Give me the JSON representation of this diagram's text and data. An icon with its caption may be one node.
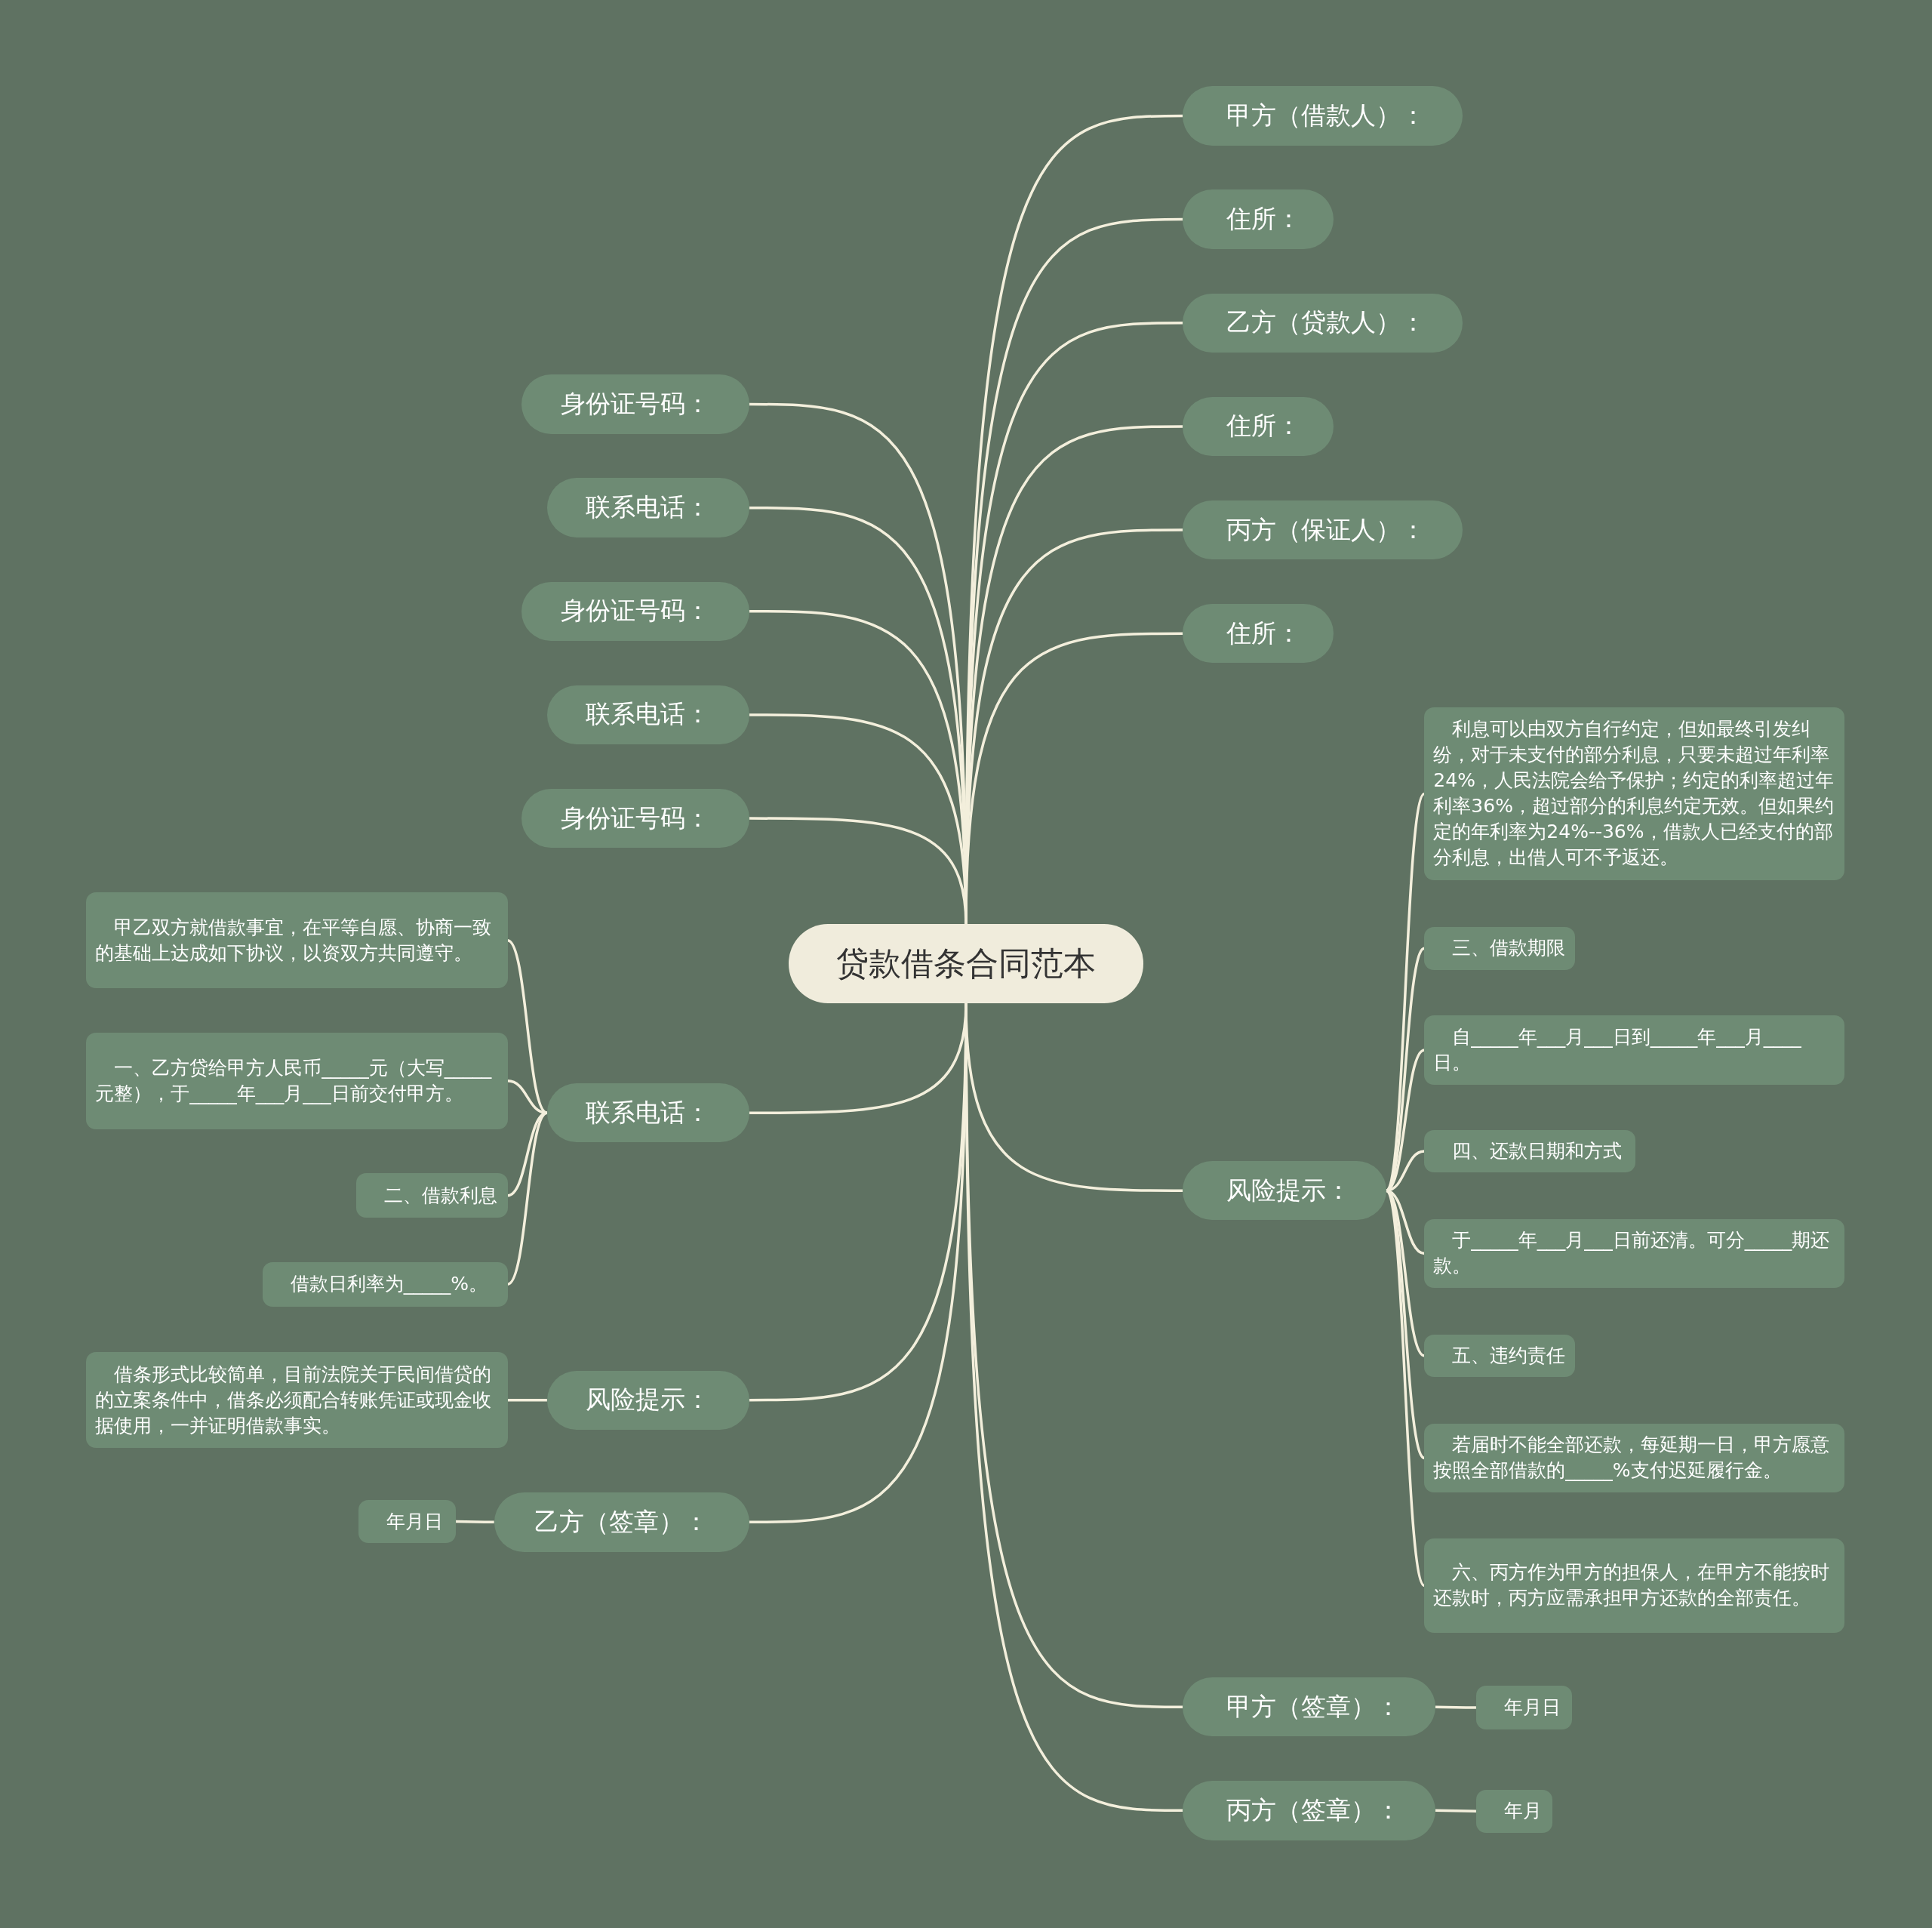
{
  "diagram": {
    "nodes": [
      {
        "text": [
          "贷款借条合同范本"
        ]
      },
      {
        "text": [
          "甲方（借款人）："
        ]
      },
      {
        "text": [
          "住所："
        ]
      },
      {
        "text": [
          "乙方（贷款人）："
        ]
      },
      {
        "text": [
          "住所："
        ]
      },
      {
        "text": [
          "丙方（保证人）："
        ]
      },
      {
        "text": [
          "住所："
        ]
      },
      {
        "text": [
          "风险提示："
        ]
      },
      {
        "text": [
          "利息可以由双方自行约定，但如最终引发纠纷，对于未支付的部分利息，只要未超过年利率24%，人民法院会给予保护；约定的利率超过年利率36%，超过部分的利息约定无效。但如果约定的年利率为24%--36%，借款人已经支付的部分利息，出借人可不予返还。"
        ]
      },
      {
        "text": [
          "三、借款期限"
        ]
      },
      {
        "text": [
          "自_____年___月___日到_____年___月____日。"
        ]
      },
      {
        "text": [
          "四、还款日期和方式"
        ]
      },
      {
        "text": [
          "于_____年___月___日前还清。可分_____期还款。"
        ]
      },
      {
        "text": [
          "五、违约责任"
        ]
      },
      {
        "text": [
          "若届时不能全部还款，每延期一日，甲方愿意按照全部借款的_____%支付迟延履行金。"
        ]
      },
      {
        "text": [
          "六、丙方作为甲方的担保人，在甲方不能按时还款时，丙方应需承担甲方还款的全部责任。"
        ]
      },
      {
        "text": [
          "甲方（签章）："
        ]
      },
      {
        "text": [
          "年月日"
        ]
      },
      {
        "text": [
          "丙方（签章）："
        ]
      },
      {
        "text": [
          "年月"
        ]
      },
      {
        "text": [
          "身份证号码："
        ]
      },
      {
        "text": [
          "联系电话："
        ]
      },
      {
        "text": [
          "身份证号码："
        ]
      },
      {
        "text": [
          "联系电话："
        ]
      },
      {
        "text": [
          "身份证号码："
        ]
      },
      {
        "text": [
          "联系电话："
        ]
      },
      {
        "text": [
          "甲乙双方就借款事宜，在平等自愿、协商一致的基础上达成如下协议，以资双方共同遵守。"
        ]
      },
      {
        "text": [
          "一、乙方贷给甲方人民币_____元（大写_____元整），于_____年___月___日前交付甲方。"
        ]
      },
      {
        "text": [
          "二、借款利息"
        ]
      },
      {
        "text": [
          "借款日利率为_____%。"
        ]
      },
      {
        "text": [
          "风险提示："
        ]
      },
      {
        "text": [
          "借条形式比较简单，目前法院关于民间借贷的的立案条件中，借条必须配合转账凭证或现金收据使用，一并证明借款事实。"
        ]
      },
      {
        "text": [
          "乙方（签章）："
        ]
      },
      {
        "text": [
          "年月日"
        ]
      }
    ],
    "edges": [
      {
        "from": 0,
        "to": 1,
        "arrow": "none"
      },
      {
        "from": 0,
        "to": 2,
        "arrow": "none"
      },
      {
        "from": 0,
        "to": 3,
        "arrow": "none"
      },
      {
        "from": 0,
        "to": 4,
        "arrow": "none"
      },
      {
        "from": 0,
        "to": 5,
        "arrow": "none"
      },
      {
        "from": 0,
        "to": 6,
        "arrow": "none"
      },
      {
        "from": 0,
        "to": 7,
        "arrow": "none"
      },
      {
        "from": 7,
        "to": 8,
        "arrow": "none"
      },
      {
        "from": 7,
        "to": 9,
        "arrow": "none"
      },
      {
        "from": 7,
        "to": 10,
        "arrow": "none"
      },
      {
        "from": 7,
        "to": 11,
        "arrow": "none"
      },
      {
        "from": 7,
        "to": 12,
        "arrow": "none"
      },
      {
        "from": 7,
        "to": 13,
        "arrow": "none"
      },
      {
        "from": 7,
        "to": 14,
        "arrow": "none"
      },
      {
        "from": 7,
        "to": 15,
        "arrow": "none"
      },
      {
        "from": 0,
        "to": 16,
        "arrow": "none"
      },
      {
        "from": 16,
        "to": 17,
        "arrow": "none"
      },
      {
        "from": 0,
        "to": 18,
        "arrow": "none"
      },
      {
        "from": 18,
        "to": 19,
        "arrow": "none"
      },
      {
        "from": 0,
        "to": 20,
        "arrow": "none"
      },
      {
        "from": 0,
        "to": 21,
        "arrow": "none"
      },
      {
        "from": 0,
        "to": 22,
        "arrow": "none"
      },
      {
        "from": 0,
        "to": 23,
        "arrow": "none"
      },
      {
        "from": 0,
        "to": 24,
        "arrow": "none"
      },
      {
        "from": 0,
        "to": 25,
        "arrow": "none"
      },
      {
        "from": 25,
        "to": 26,
        "arrow": "none"
      },
      {
        "from": 25,
        "to": 27,
        "arrow": "none"
      },
      {
        "from": 25,
        "to": 28,
        "arrow": "none"
      },
      {
        "from": 25,
        "to": 29,
        "arrow": "none"
      },
      {
        "from": 0,
        "to": 30,
        "arrow": "none"
      },
      {
        "from": 30,
        "to": 31,
        "arrow": "none"
      },
      {
        "from": 0,
        "to": 32,
        "arrow": "none"
      },
      {
        "from": 32,
        "to": 33,
        "arrow": "none"
      }
    ]
  }
}
